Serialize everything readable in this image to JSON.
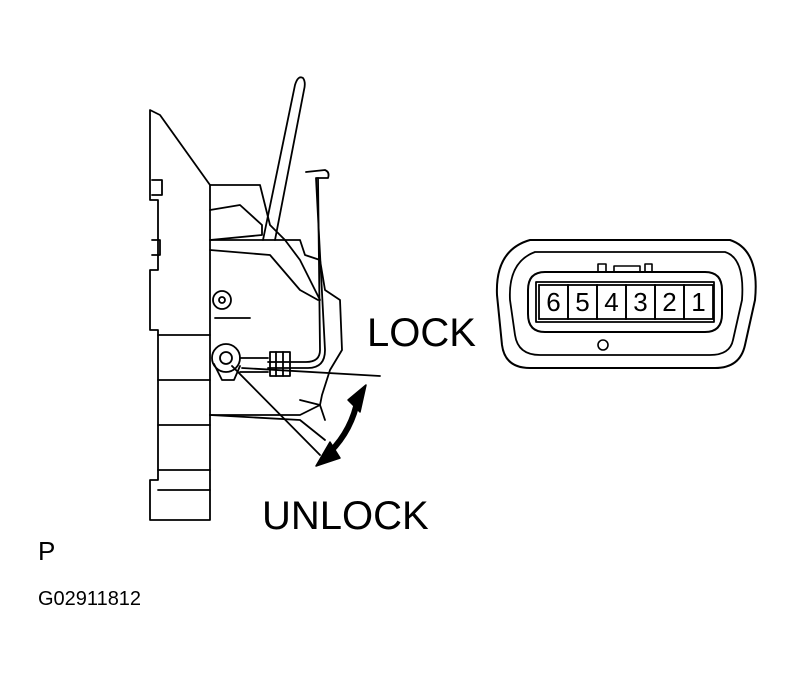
{
  "labels": {
    "lock": "LOCK",
    "unlock": "UNLOCK",
    "view": "P",
    "figure_code": "G02911812"
  },
  "connector": {
    "pins": [
      "6",
      "5",
      "4",
      "3",
      "2",
      "1"
    ]
  },
  "colors": {
    "line": "#000000",
    "background": "#ffffff"
  }
}
